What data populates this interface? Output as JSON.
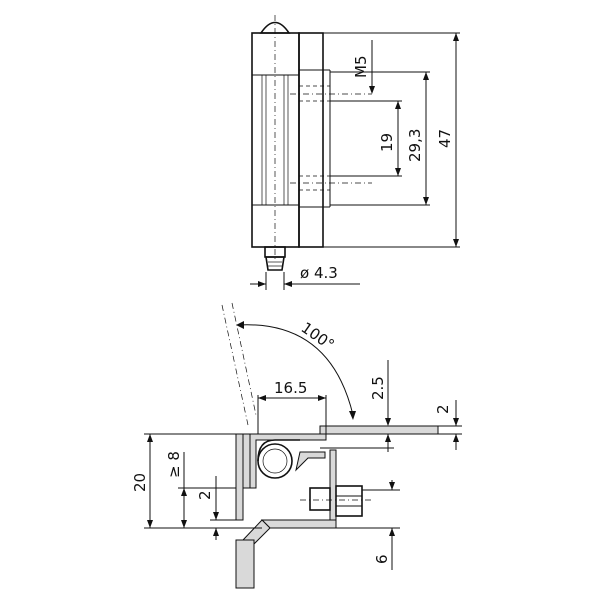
{
  "front_view": {
    "dim_m5": "M5",
    "dim_19": "19",
    "dim_29_3": "29,3",
    "dim_47": "47",
    "dim_dia": "ø 4.3"
  },
  "section_view": {
    "dim_100deg": "100°",
    "dim_16_5": "16.5",
    "dim_2_5": "2.5",
    "dim_2_top": "2",
    "dim_20": "20",
    "dim_ge8": "≥ 8",
    "dim_2_left": "2",
    "dim_6": "6"
  }
}
